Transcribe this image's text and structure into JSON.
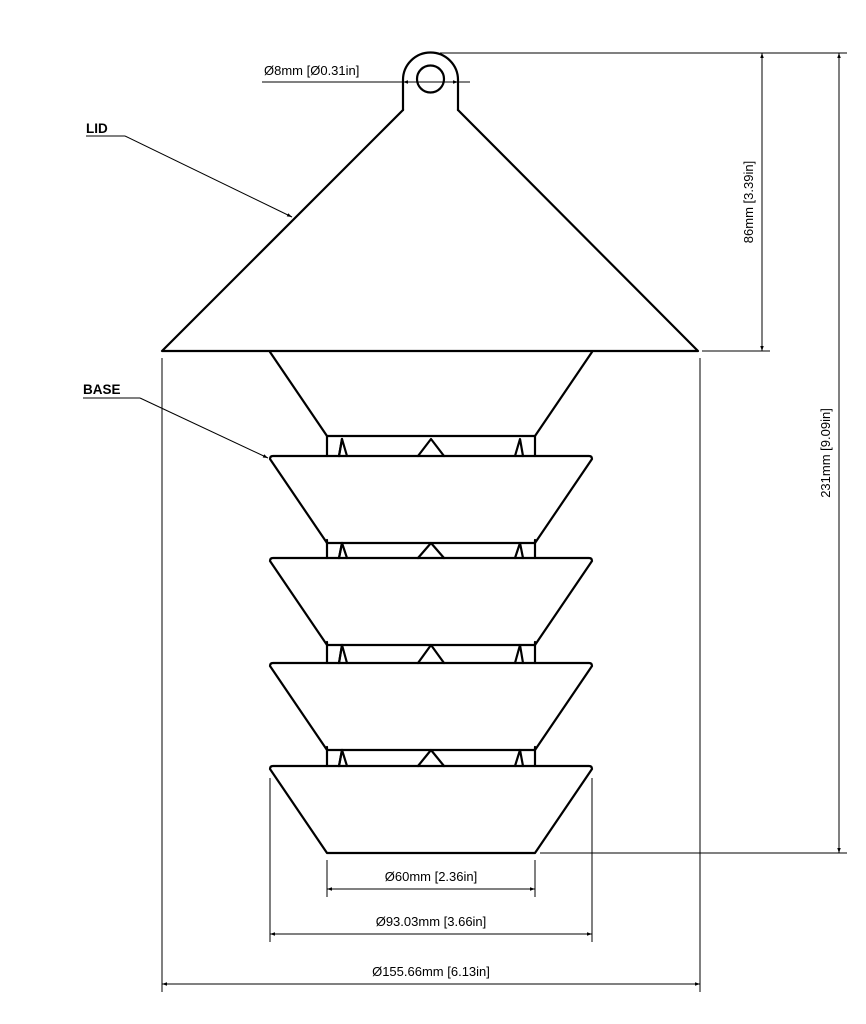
{
  "drawing": {
    "title": "Lantern-style enclosure technical drawing",
    "line_color": "#000000",
    "background": "#ffffff",
    "callouts": {
      "lid": "LID",
      "base": "BASE"
    },
    "dimensions": {
      "hanger_hole": "Ø8mm [Ø0.31in]",
      "lid_height": "86mm [3.39in]",
      "total_height": "231mm [9.09in]",
      "base_bottom_diameter": "Ø60mm [2.36in]",
      "tier_diameter": "Ø93.03mm [3.66in]",
      "lid_diameter": "Ø155.66mm [6.13in]"
    },
    "base_tiers": 4
  }
}
